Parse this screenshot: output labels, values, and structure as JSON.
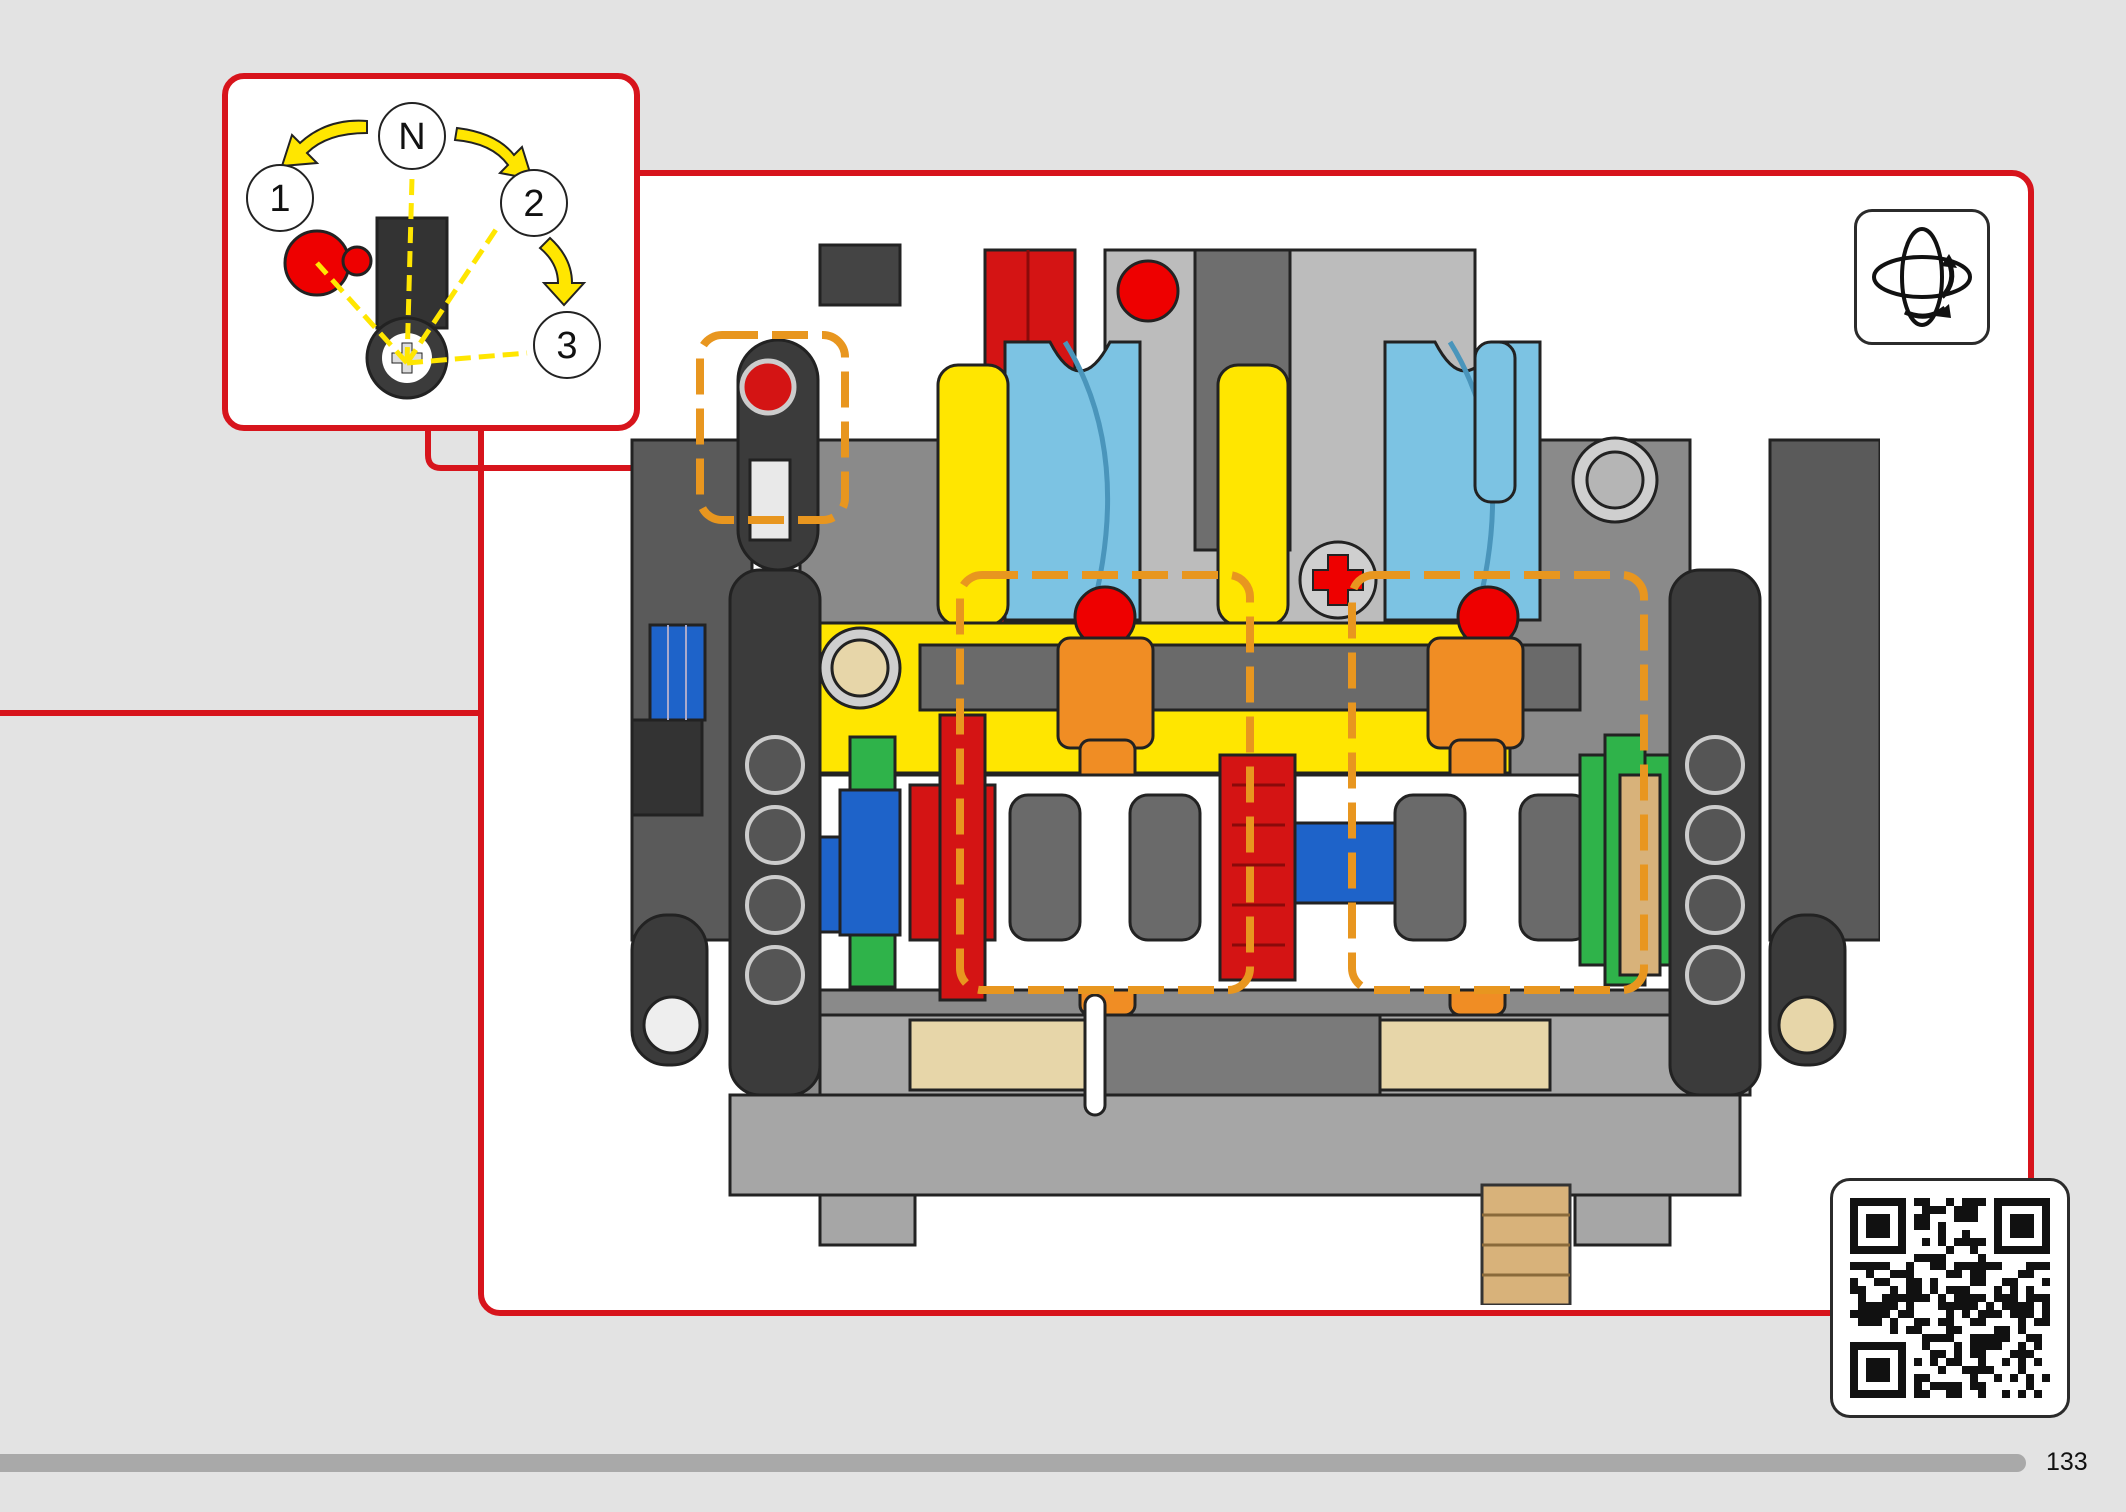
{
  "callout": {
    "positions": {
      "neutral": "N",
      "first": "1",
      "second": "2",
      "third": "3"
    }
  },
  "icons": {
    "rotate": "rotate-model-icon",
    "qr": "qr-code-icon"
  },
  "colors": {
    "frame_red": "#d7141c",
    "highlight_orange": "#e8961f",
    "arrow_yellow": "#ffe600",
    "page_background": "#e3e3e3"
  },
  "page": {
    "number": "133",
    "progress": 0.95
  }
}
